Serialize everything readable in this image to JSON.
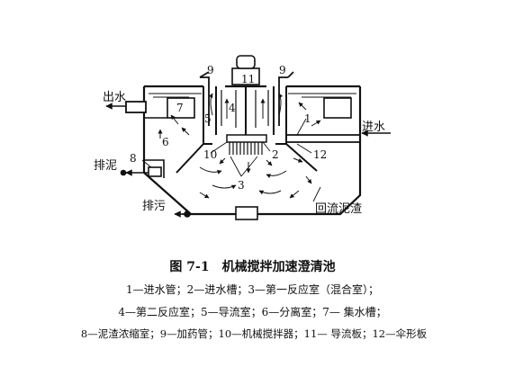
{
  "labels": {
    "outlet": "出水",
    "inlet": "进水",
    "sludge_drain": "排泥",
    "waste_drain": "排污",
    "return_sludge": "回流泥渣",
    "n1": "1",
    "n2": "2",
    "n3": "3",
    "n4": "4",
    "n5": "5",
    "n6": "6",
    "n7": "7",
    "n8": "8",
    "n9a": "9",
    "n9b": "9",
    "n10": "10",
    "n11": "11",
    "n12": "12"
  },
  "caption": {
    "title": "图 7-1　机械搅拌加速澄清池",
    "line1": "1—进水管；2—进水槽；3—第一反应室（混合室）；",
    "line2": "4—第二反应室；5—导流室；6—分离室；7— 集水槽；",
    "line3": "8—泥渣浓缩室；9—加药管；10—机械搅拌器；11— 导流板；12—伞形板"
  }
}
